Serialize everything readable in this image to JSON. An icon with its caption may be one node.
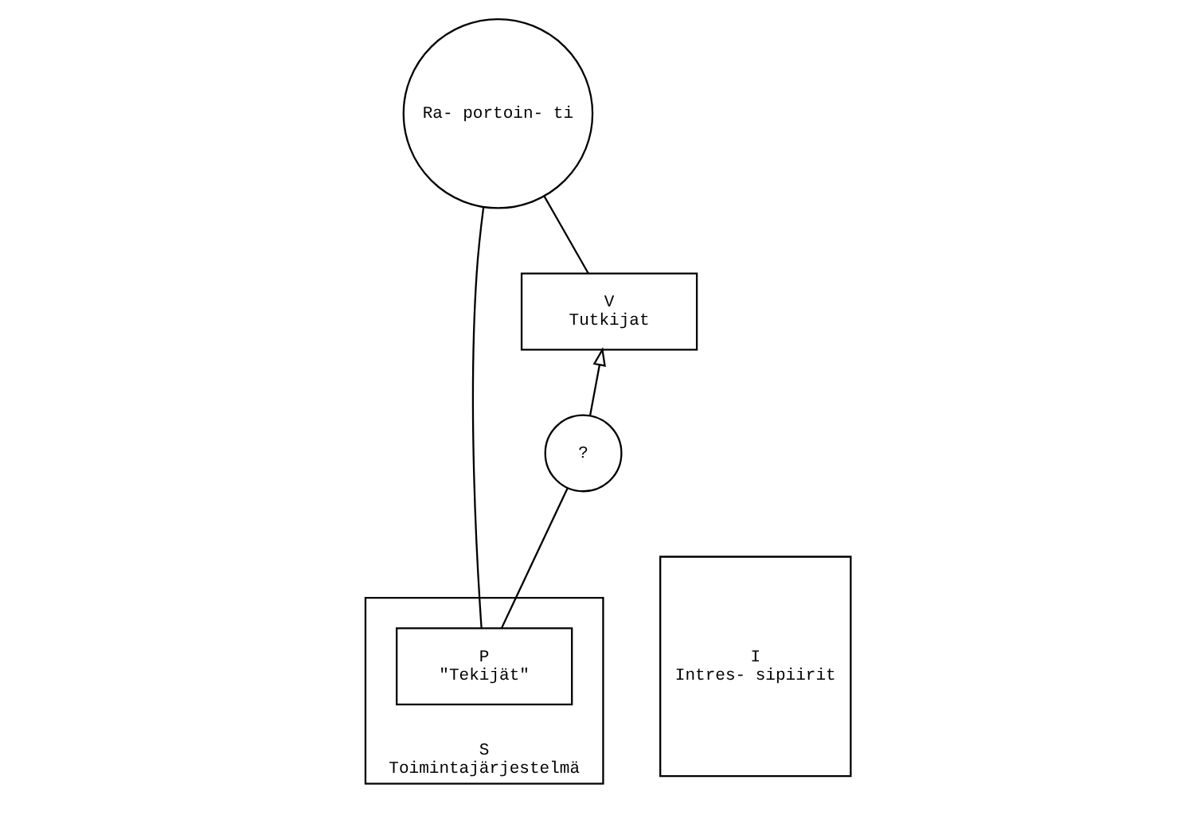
{
  "diagram": {
    "nodes": [
      {
        "text": [
          "V",
          "Tutkijat"
        ]
      },
      {
        "text": [
          "?"
        ]
      },
      {
        "text": [
          "Ra- portoin- ti"
        ]
      },
      {
        "text": [
          "S",
          "Toimintajärjestelmä"
        ]
      },
      {
        "text": [
          "P",
          "\"Tekijät\""
        ],
        "in": 3
      },
      {
        "text": [
          "I",
          "Intres- sipiirit"
        ]
      }
    ],
    "edges": [
      {
        "from": 4,
        "to": 1,
        "arrow": "none"
      },
      {
        "from": 1,
        "to": 0,
        "arrow": "to"
      },
      {
        "from": 0,
        "to": 2,
        "arrow": "none"
      },
      {
        "from": 2,
        "to": 4,
        "arrow": "none"
      }
    ]
  }
}
